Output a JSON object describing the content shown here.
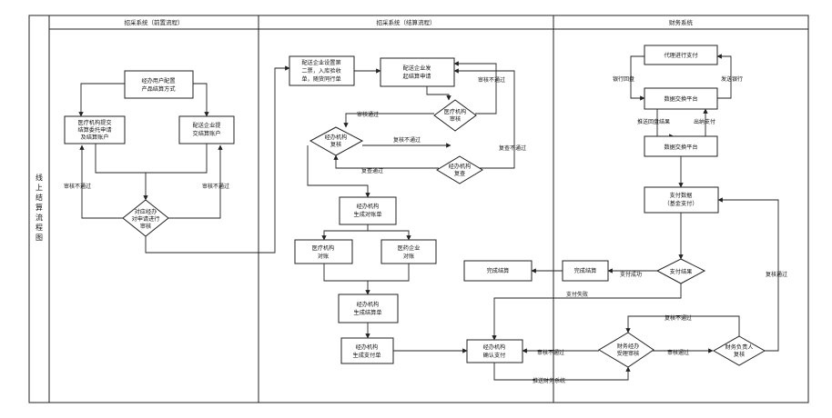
{
  "side_title": [
    "线",
    "上",
    "结",
    "算",
    "流",
    "程",
    "图"
  ],
  "lanes": {
    "lane1": "招采系统（前置流程）",
    "lane2": "招采系统（结算流程）",
    "lane3": "财务系统"
  },
  "nodes": {
    "n1": [
      "经办用户配置",
      "产品结算方式"
    ],
    "n2": [
      "医疗机构提交",
      "结算委托申请",
      "及结算账户"
    ],
    "n3": [
      "配送企业提",
      "交结算账户"
    ],
    "n4": [
      "对应经办",
      "对申请进行",
      "审核"
    ],
    "n5": [
      "配送企业设置第",
      "二票，入库验收",
      "单，随货同行单"
    ],
    "n6": [
      "配送企业发",
      "起结算申请"
    ],
    "n7": [
      "医疗机构",
      "审核"
    ],
    "n8": [
      "经办机构",
      "复核"
    ],
    "n9": [
      "经办机构",
      "复查"
    ],
    "n10": [
      "经办机构",
      "生成对账单"
    ],
    "n11": [
      "医疗机构",
      "对账"
    ],
    "n12": [
      "医药企业",
      "对账"
    ],
    "n13": [
      "经办机构",
      "生成结算单"
    ],
    "n14": [
      "经办机构",
      "生成支付单"
    ],
    "n15": [
      "经办机构",
      "确认支付"
    ],
    "n16": [
      "代理进行支付"
    ],
    "n17": [
      "数据交换平台"
    ],
    "n18": [
      "数据交换平台"
    ],
    "n19": [
      "支付数据",
      "（基金支付）"
    ],
    "n20": [
      "支付结果"
    ],
    "n21": [
      "完成结算"
    ],
    "n22": [
      "完成结算"
    ],
    "n23": [
      "财务经办",
      "受理审核"
    ],
    "n24": [
      "财务负责人",
      "复核"
    ]
  },
  "edge_labels": {
    "e1": "审核不通过",
    "e2": "审核不通过",
    "e3": "审核不通过",
    "e4": "审核通过",
    "e5": "复核不通过",
    "e6": "复查不通过",
    "e7": "复查通过",
    "e8": "银行回盘",
    "e9": "发送银行",
    "e10": "推送回盘结果",
    "e11": "出纳支付",
    "e12": "支付成功",
    "e13": "支付失败",
    "e14": "复核通过",
    "e15": "复核不通过",
    "e16": "审核不通过",
    "e17": "审核通过",
    "e18": "推送财务系统"
  }
}
